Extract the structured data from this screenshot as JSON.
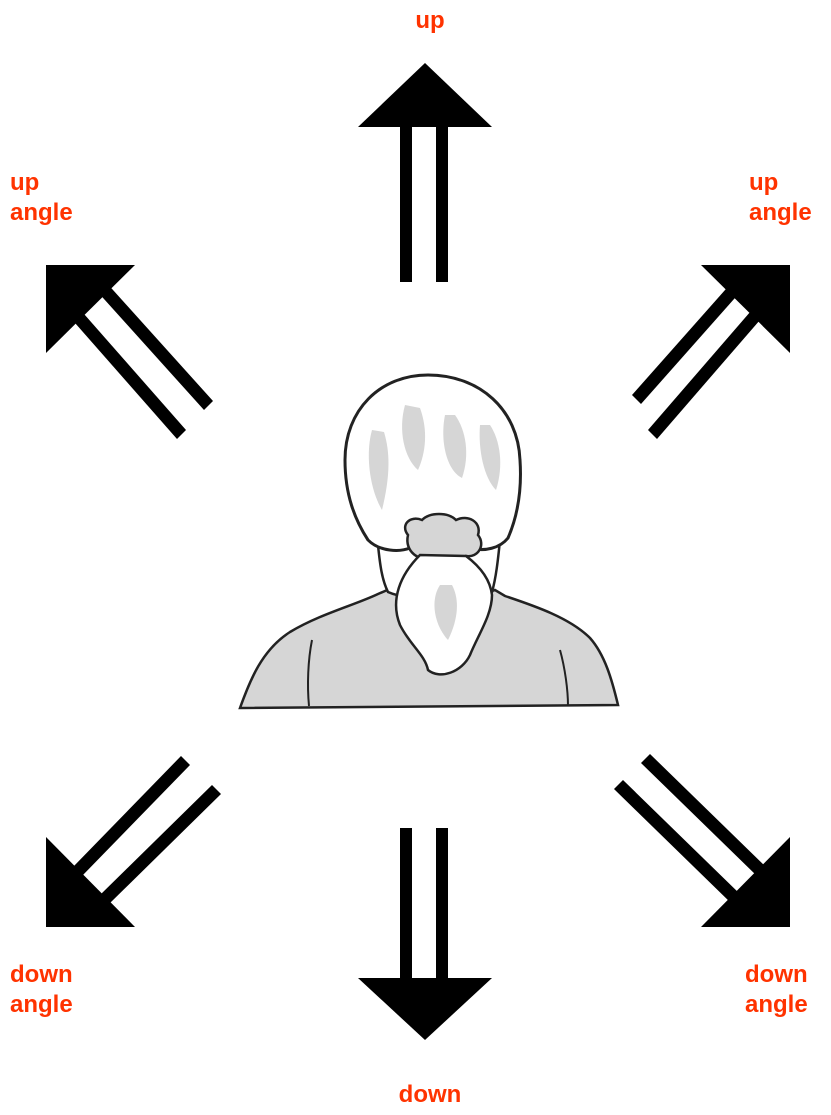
{
  "colors": {
    "label": "#ff3300",
    "arrow": "#000000",
    "figure_fill": "#d6d6d6",
    "figure_stroke": "#222222"
  },
  "labels": {
    "up": "up",
    "up_angle_left": [
      "up",
      "angle"
    ],
    "up_angle_right": [
      "up",
      "angle"
    ],
    "down_angle_left": [
      "down",
      "angle"
    ],
    "down_angle_right": [
      "down",
      "angle"
    ],
    "down": "down"
  },
  "icons": {
    "arrows": [
      "arrow-up-icon",
      "arrow-up-left-icon",
      "arrow-up-right-icon",
      "arrow-down-left-icon",
      "arrow-down-icon",
      "arrow-down-right-icon"
    ],
    "figure": "person-back-of-head-icon"
  }
}
